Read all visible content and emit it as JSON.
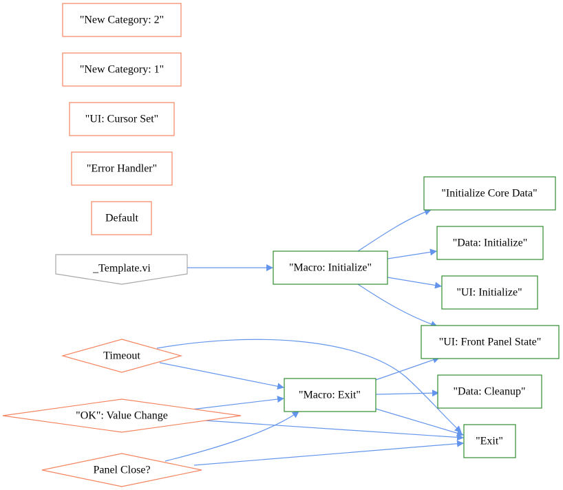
{
  "colors": {
    "event_node": "#f4845f",
    "state_node": "#2e8b2e",
    "vi_node": "#a6a6a6",
    "edge": "#6495ed"
  },
  "nodes": {
    "new_category_2": "\"New Category: 2\"",
    "new_category_1": "\"New Category: 1\"",
    "ui_cursor_set": "\"UI: Cursor Set\"",
    "error_handler": "\"Error Handler\"",
    "default": "Default",
    "template_vi": "_Template.vi",
    "macro_initialize": "\"Macro: Initialize\"",
    "initialize_core_data": "\"Initialize Core Data\"",
    "data_initialize": "\"Data: Initialize\"",
    "ui_initialize": "\"UI: Initialize\"",
    "ui_front_panel_state": "\"UI: Front Panel State\"",
    "timeout": "Timeout",
    "ok_value_change": "\"OK\": Value Change",
    "panel_close": "Panel Close?",
    "macro_exit": "\"Macro: Exit\"",
    "data_cleanup": "\"Data: Cleanup\"",
    "exit": "\"Exit\""
  }
}
